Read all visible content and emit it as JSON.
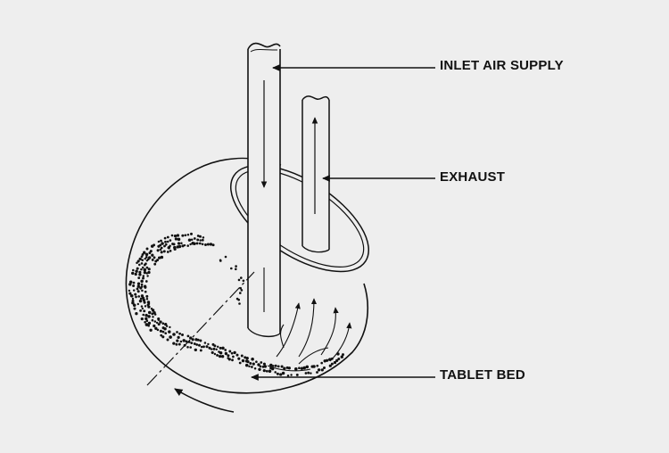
{
  "diagram": {
    "labels": {
      "inlet": "INLET AIR SUPPLY",
      "exhaust": "EXHAUST",
      "tablet_bed": "TABLET BED"
    }
  }
}
